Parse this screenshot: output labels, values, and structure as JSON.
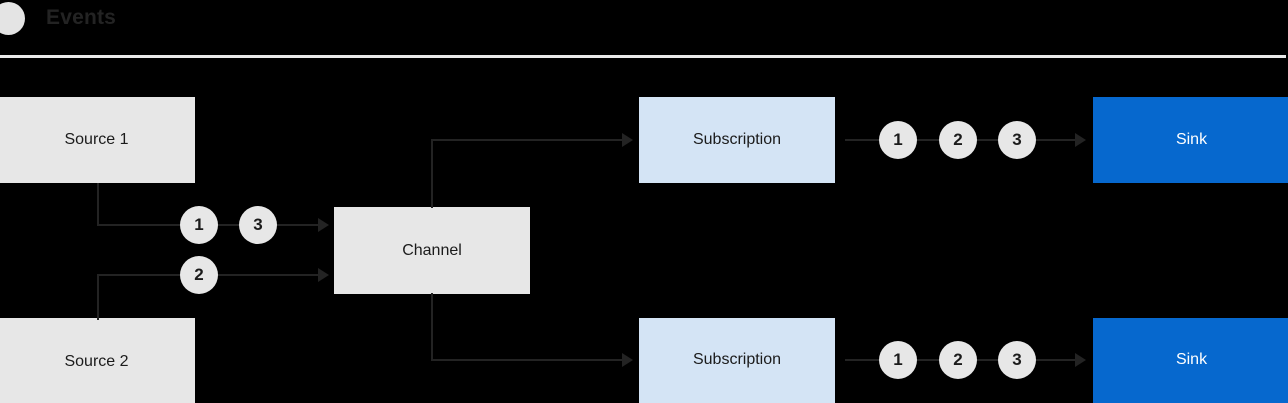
{
  "header": {
    "icon": "circle-icon",
    "title": "Events"
  },
  "nodes": {
    "source1": {
      "label": "Source 1"
    },
    "source2": {
      "label": "Source 2"
    },
    "channel": {
      "label": "Channel"
    },
    "subscription_top": {
      "label": "Subscription"
    },
    "subscription_bottom": {
      "label": "Subscription"
    },
    "sink_top": {
      "label": "Sink"
    },
    "sink_bottom": {
      "label": "Sink"
    }
  },
  "tokens": {
    "source1_out": [
      "1",
      "3"
    ],
    "source2_out": [
      "2"
    ],
    "subscription_top_out": [
      "1",
      "2",
      "3"
    ],
    "subscription_bottom_out": [
      "1",
      "2",
      "3"
    ]
  },
  "colors": {
    "background": "#000000",
    "node_grey": "#E7E7E7",
    "node_blue_light": "#D4E4F5",
    "node_blue_solid": "#0668CE",
    "line": "#232323",
    "rule": "#E9E9E9",
    "text_dark": "#1B1B1B",
    "text_light": "#FFFFFF"
  }
}
